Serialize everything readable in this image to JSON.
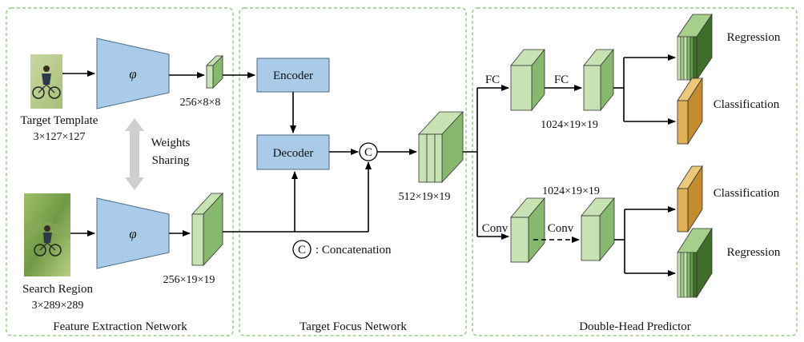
{
  "colors": {
    "panel_border": "#7dc36b",
    "backbone_fill": "#a9cbe8",
    "backbone_stroke": "#4a6a88",
    "feature_light": "#c8e3b3",
    "feature_mid": "#a6cf8c",
    "feature_dark": "#86b86d",
    "regression_dark": "#3e6e2a",
    "classification_fill": "#e0b055",
    "weights_arrow": "#cfcfcf"
  },
  "panels": {
    "feature_extraction": {
      "title": "Feature Extraction Network"
    },
    "target_focus": {
      "title": "Target Focus Network"
    },
    "double_head": {
      "title": "Double-Head Predictor"
    }
  },
  "feature_extraction": {
    "backbone_symbol": "φ",
    "target_template_label": "Target Template",
    "target_template_dims": "3×127×127",
    "search_region_label": "Search Region",
    "search_region_dims": "3×289×289",
    "template_feature_dims": "256×8×8",
    "search_feature_dims": "256×19×19",
    "weights_sharing_line1": "Weights",
    "weights_sharing_line2": "Sharing"
  },
  "target_focus": {
    "encoder_label": "Encoder",
    "decoder_label": "Decoder",
    "concat_symbol": "C",
    "concat_legend": ": Concatenation",
    "output_dims": "512×19×19"
  },
  "double_head": {
    "fc1_label": "FC",
    "fc2_label": "FC",
    "fc_dims": "1024×19×19",
    "conv1_label": "Conv",
    "conv2_label": "Conv",
    "conv_dims": "1024×19×19",
    "fc_regression_label": "Regression",
    "fc_classification_label": "Classification",
    "conv_classification_label": "Classification",
    "conv_regression_label": "Regression"
  },
  "icons": {
    "template_image": "cyclist-template-photo",
    "search_image": "cyclist-search-photo"
  }
}
